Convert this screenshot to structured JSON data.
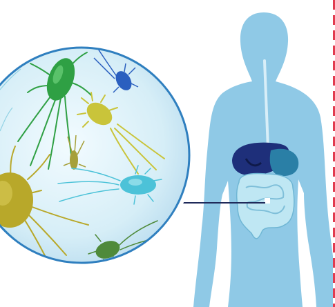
{
  "colors": {
    "body_fill": "#8fc9e6",
    "lens_rim": "#2f7fbf",
    "lens_fill": "#d6eef7",
    "pointer_line": "#1f2a5a",
    "liver": "#1e2f7a",
    "stomach": "#2a7fa6",
    "intestine": "#bfe7f3",
    "microbe_green": "#2fa044",
    "microbe_blue": "#2a5fbf",
    "microbe_yellow": "#c9c43a",
    "microbe_olive": "#a6a03a",
    "microbe_cyan": "#4cc2d8",
    "microbe_mustard": "#b8a82a",
    "microbe_darkgreen": "#4f8a3a",
    "edge_strip": "#e23b4f"
  },
  "icons": [
    "magnifier-circle",
    "human-silhouette",
    "liver-organ",
    "stomach-organ",
    "intestine-organ",
    "bacteria-microbe"
  ]
}
